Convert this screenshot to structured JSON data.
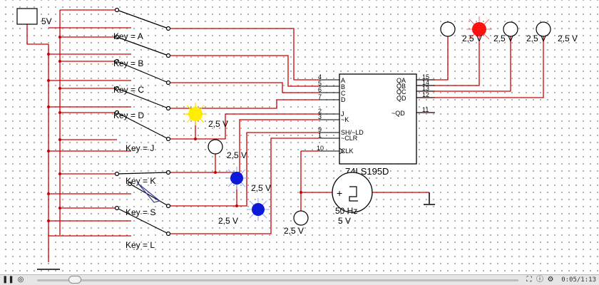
{
  "circuit": {
    "supply_label": "5V",
    "keys": [
      "Key = A",
      "Key = B",
      "Key = C",
      "Key = D",
      "Key = J",
      "Key = K",
      "Key = S",
      "Key = L"
    ],
    "chip": {
      "name": "74LS195D",
      "left_pins": [
        "4",
        "5",
        "6",
        "7",
        "2",
        "3",
        "9",
        "1",
        "10"
      ],
      "left_labels": [
        "A",
        "B",
        "C",
        "D",
        "J",
        "~K",
        "SH/~LD",
        "~CLR",
        "CLK"
      ],
      "right_pins": [
        "15",
        "14",
        "13",
        "12",
        "11"
      ],
      "right_labels": [
        "QA",
        "QB",
        "QC",
        "QD",
        "~QD"
      ]
    },
    "probe_label": "2,5 V",
    "output_probe_labels": [
      "2,5 V",
      "2,5 V",
      "2,5 V",
      "2,5 V"
    ],
    "clock": {
      "freq": "50 Hz",
      "amplitude": "5 V"
    }
  },
  "player": {
    "time": "0:05/1:13",
    "progress": 0.078,
    "icons": [
      "pause-icon",
      "volume-icon",
      "fullscreen-icon",
      "info-icon",
      "settings-icon"
    ]
  },
  "colors": {
    "wire": "#cc0000",
    "wire_black": "#000000",
    "probe_lit_red": "#ff1010",
    "probe_lit_blue": "#0a1ad8",
    "probe_lit_yellow": "#ffee00"
  }
}
